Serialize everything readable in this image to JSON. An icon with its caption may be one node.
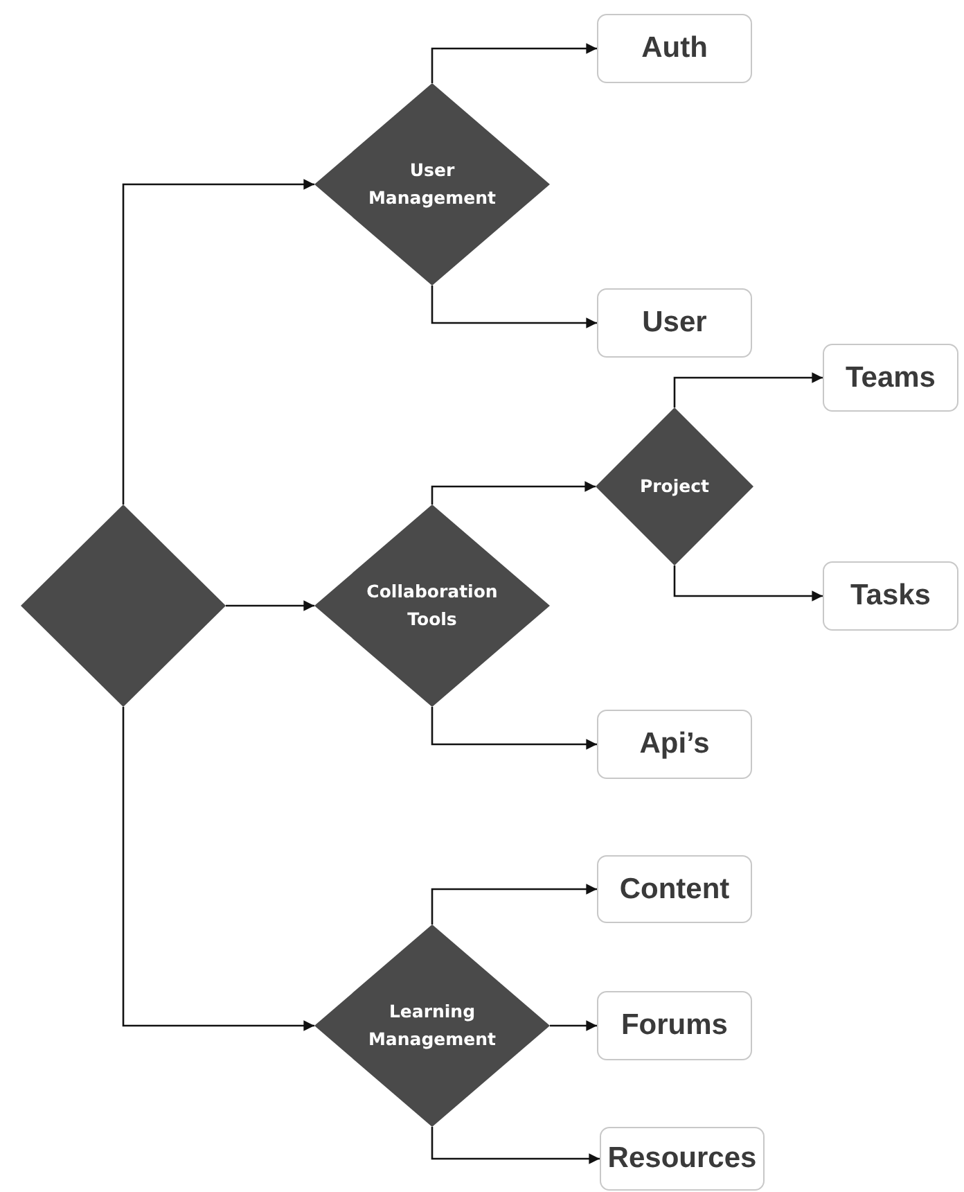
{
  "diagram": {
    "nodes": [
      {
        "text": [],
        "shape": "diamond"
      },
      {
        "text": [
          "User Management"
        ]
      },
      {
        "text": [
          "Auth"
        ]
      },
      {
        "text": [
          "User"
        ]
      },
      {
        "text": [
          "Collaboration Tools"
        ]
      },
      {
        "text": [
          "Project"
        ]
      },
      {
        "text": [
          "Teams"
        ]
      },
      {
        "text": [
          "Tasks"
        ]
      },
      {
        "text": [
          "Api’s"
        ]
      },
      {
        "text": [
          "Learning Management"
        ]
      },
      {
        "text": [
          "Content"
        ]
      },
      {
        "text": [
          "Forums"
        ]
      },
      {
        "text": [
          "Resources"
        ]
      }
    ],
    "edges": [
      {
        "from": 0,
        "to": 1,
        "arrow": "to"
      },
      {
        "from": 0,
        "to": 4,
        "arrow": "to"
      },
      {
        "from": 0,
        "to": 9,
        "arrow": "to"
      },
      {
        "from": 1,
        "to": 2,
        "arrow": "to"
      },
      {
        "from": 1,
        "to": 3,
        "arrow": "to"
      },
      {
        "from": 4,
        "to": 5,
        "arrow": "to"
      },
      {
        "from": 5,
        "to": 6,
        "arrow": "to"
      },
      {
        "from": 5,
        "to": 7,
        "arrow": "to"
      },
      {
        "from": 4,
        "to": 8,
        "arrow": "to"
      },
      {
        "from": 9,
        "to": 10,
        "arrow": "to"
      },
      {
        "from": 9,
        "to": 11,
        "arrow": "to"
      },
      {
        "from": 9,
        "to": 12,
        "arrow": "to"
      }
    ]
  }
}
